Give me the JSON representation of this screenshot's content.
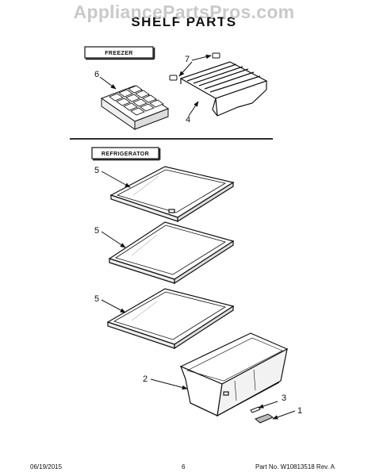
{
  "watermark": "AppliancePartsPros.com",
  "title": "SHELF PARTS",
  "sections": {
    "freezer": "FREEZER",
    "refrigerator": "REFRIGERATOR"
  },
  "callouts": {
    "c1": "1",
    "c2": "2",
    "c3": "3",
    "c4": "4",
    "c5a": "5",
    "c5b": "5",
    "c5c": "5",
    "c6": "6",
    "c7": "7"
  },
  "footer": {
    "date": "06/19/2015",
    "page": "6",
    "part_number": "Part No. W10813518  Rev. A"
  }
}
